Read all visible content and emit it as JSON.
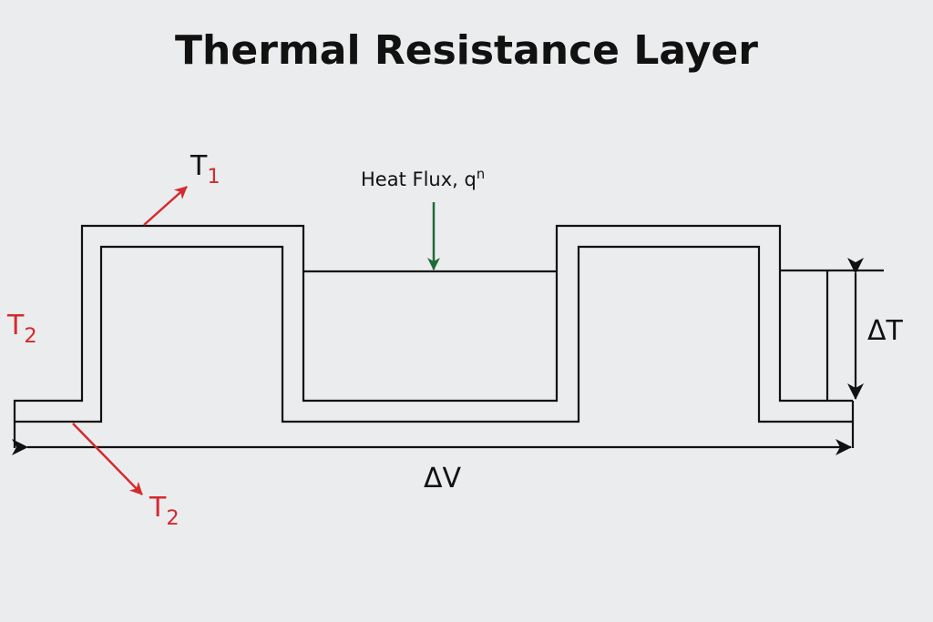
{
  "title": "Thermal Resistance Layer",
  "labels": {
    "t1": {
      "base": "T",
      "sub": "1"
    },
    "t2_left": {
      "base": "T",
      "sub": "2"
    },
    "t2_bottom": {
      "base": "T",
      "sub": "2"
    },
    "heat_flux": {
      "base": "Heat Flux, q",
      "sup": "n"
    },
    "delta_t": "ΔT",
    "delta_v": "ΔV"
  },
  "colors": {
    "red": "#d42a2e",
    "green": "#1e6b36",
    "line": "#111111"
  }
}
